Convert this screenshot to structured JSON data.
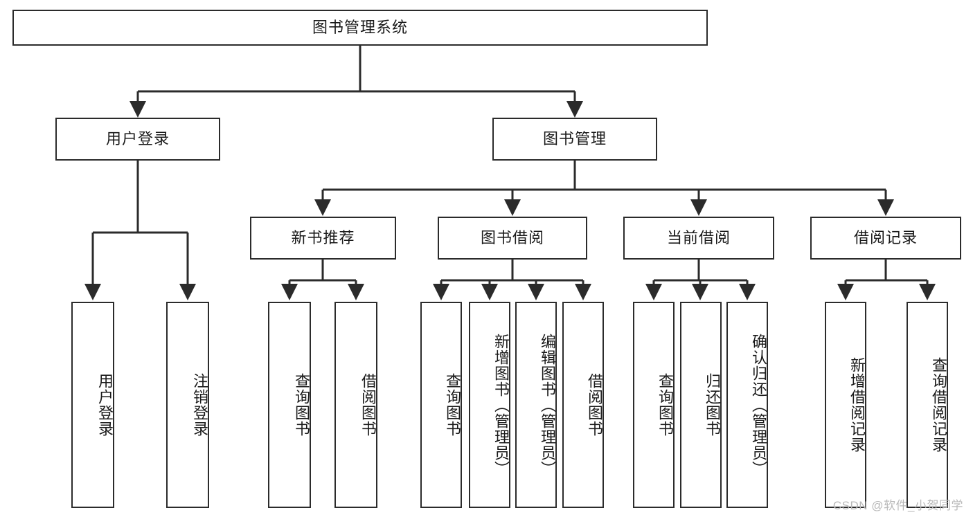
{
  "diagram": {
    "type": "tree-hierarchy",
    "title": "图书管理系统",
    "orientation": "top-down",
    "stroke_color": "#2b2b2b",
    "fill_color": "#ffffff",
    "text_color": "#1a1a1a"
  },
  "nodes": {
    "root": {
      "label": "图书管理系统",
      "level": 0
    },
    "l1": [
      {
        "id": "user_login",
        "label": "用户登录"
      },
      {
        "id": "book_manage",
        "label": "图书管理"
      }
    ],
    "l2": [
      {
        "id": "new_book_rec",
        "label": "新书推荐",
        "parent": "book_manage"
      },
      {
        "id": "book_borrow",
        "label": "图书借阅",
        "parent": "book_manage"
      },
      {
        "id": "current_borrow",
        "label": "当前借阅",
        "parent": "book_manage"
      },
      {
        "id": "borrow_record",
        "label": "借阅记录",
        "parent": "book_manage"
      }
    ],
    "leaves": [
      {
        "id": "leaf_user_login",
        "label": "用户登录",
        "parent": "user_login"
      },
      {
        "id": "leaf_logout",
        "label": "注销登录",
        "parent": "user_login"
      },
      {
        "id": "leaf_query_book_1",
        "label": "查询图书",
        "parent": "new_book_rec"
      },
      {
        "id": "leaf_borrow_book_1",
        "label": "借阅图书",
        "parent": "new_book_rec"
      },
      {
        "id": "leaf_query_book_2",
        "label": "查询图书",
        "parent": "book_borrow"
      },
      {
        "id": "leaf_add_book",
        "label": "新增图书（管理员）",
        "parent": "book_borrow"
      },
      {
        "id": "leaf_edit_book",
        "label": "编辑图书（管理员）",
        "parent": "book_borrow"
      },
      {
        "id": "leaf_borrow_book_2",
        "label": "借阅图书",
        "parent": "book_borrow"
      },
      {
        "id": "leaf_query_book_3",
        "label": "查询图书",
        "parent": "current_borrow"
      },
      {
        "id": "leaf_return_book",
        "label": "归还图书",
        "parent": "current_borrow"
      },
      {
        "id": "leaf_confirm_return",
        "label": "确认归还（管理员）",
        "parent": "current_borrow"
      },
      {
        "id": "leaf_add_record",
        "label": "新增借阅记录",
        "parent": "borrow_record"
      },
      {
        "id": "leaf_query_record",
        "label": "查询借阅记录",
        "parent": "borrow_record"
      }
    ]
  },
  "watermark": {
    "text": "CSDN @软件_小贺同学",
    "color": "#b9b9b9"
  }
}
